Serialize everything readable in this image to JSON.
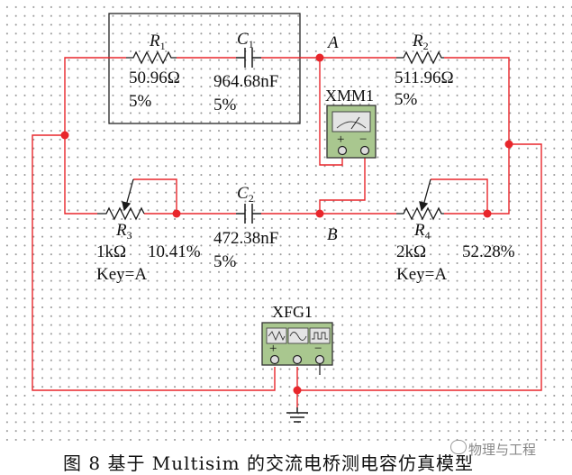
{
  "components": {
    "r1": {
      "name": "R",
      "sub": "1",
      "value": "50.96Ω",
      "tol": "5%"
    },
    "c1": {
      "name": "C",
      "sub": "1",
      "value": "964.68nF",
      "tol": "5%"
    },
    "r2": {
      "name": "R",
      "sub": "2",
      "value": "511.96Ω",
      "tol": "5%"
    },
    "c2": {
      "name": "C",
      "sub": "2",
      "value": "472.38nF",
      "tol": "5%"
    },
    "r3": {
      "name": "R",
      "sub": "3",
      "value": "1kΩ",
      "setting": "10.41%",
      "key": "Key=A"
    },
    "r4": {
      "name": "R",
      "sub": "4",
      "value": "2kΩ",
      "setting": "52.28%",
      "key": "Key=A"
    }
  },
  "nodes": {
    "a": "A",
    "b": "B"
  },
  "instruments": {
    "xmm": "XMM1",
    "xfg": "XFG1",
    "plus": "+",
    "minus": "−"
  },
  "caption": "图 8   基于 Multisim 的交流电桥测电容仿真模型",
  "watermark": "物理与工程",
  "colors": {
    "wire": "#e8262b",
    "node": "#e8262b",
    "component": "#1a1a1a",
    "instrument_body": "#a9c78f",
    "grid_dot": "#9a9a9a"
  }
}
